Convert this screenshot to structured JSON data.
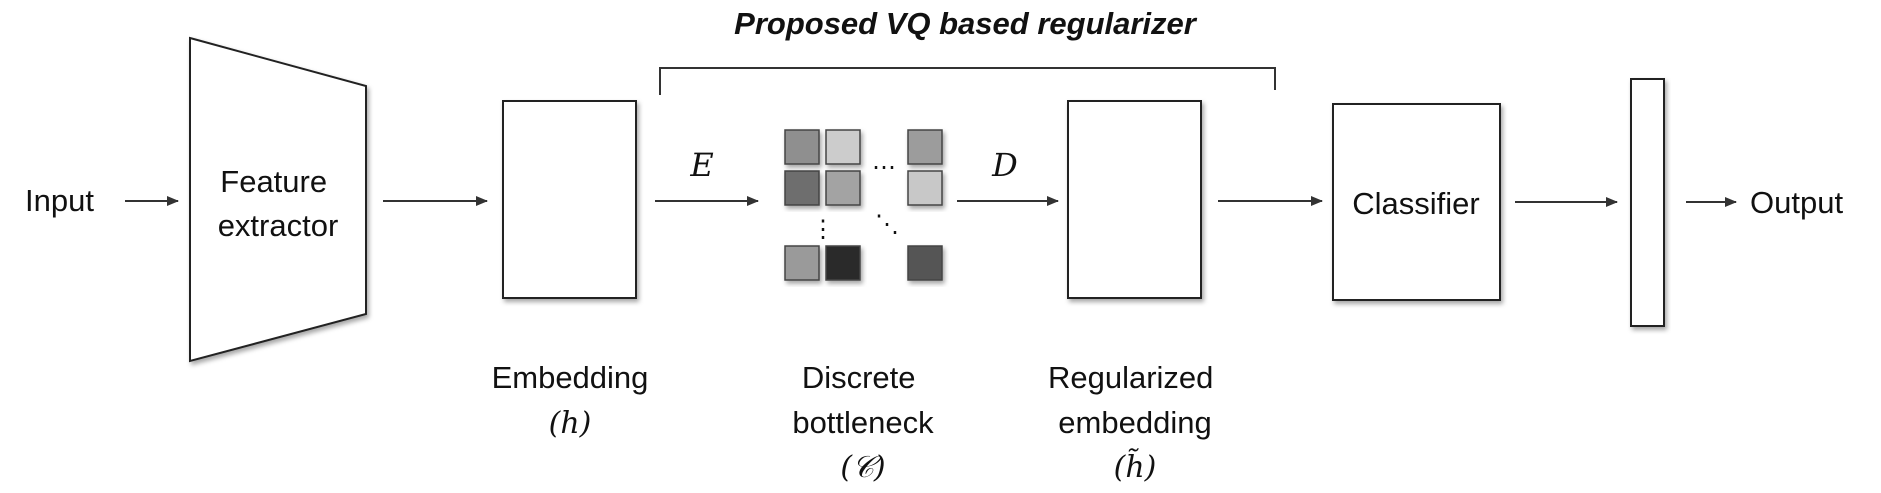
{
  "title": "Proposed VQ based regularizer",
  "nodes": {
    "input": "Input",
    "feature_extractor": [
      "Feature",
      "extractor"
    ],
    "embedding": {
      "line1": "Embedding",
      "line2": "(h)"
    },
    "bottleneck": {
      "line1": "Discrete",
      "line2": "bottleneck",
      "line3": "(𝒞)"
    },
    "regularized": {
      "line1": "Regularized",
      "line2": "embedding",
      "line3": "(h̃)"
    },
    "classifier": "Classifier",
    "output": "Output"
  },
  "edges": {
    "encoder": "E",
    "decoder": "D"
  },
  "ellipsis": {
    "horizontal": "⋯",
    "vertical": "⋮",
    "diagonal": "⋱"
  },
  "codebook_colors": {
    "row1": [
      "#8f8f8f",
      "#cccccc",
      "#9c9c9c"
    ],
    "row2": [
      "#6e6e6e",
      "#a3a3a3",
      "#c8c8c8"
    ],
    "row3": [
      "#9a9a9a",
      "#2c2c2c",
      "#555555"
    ]
  }
}
